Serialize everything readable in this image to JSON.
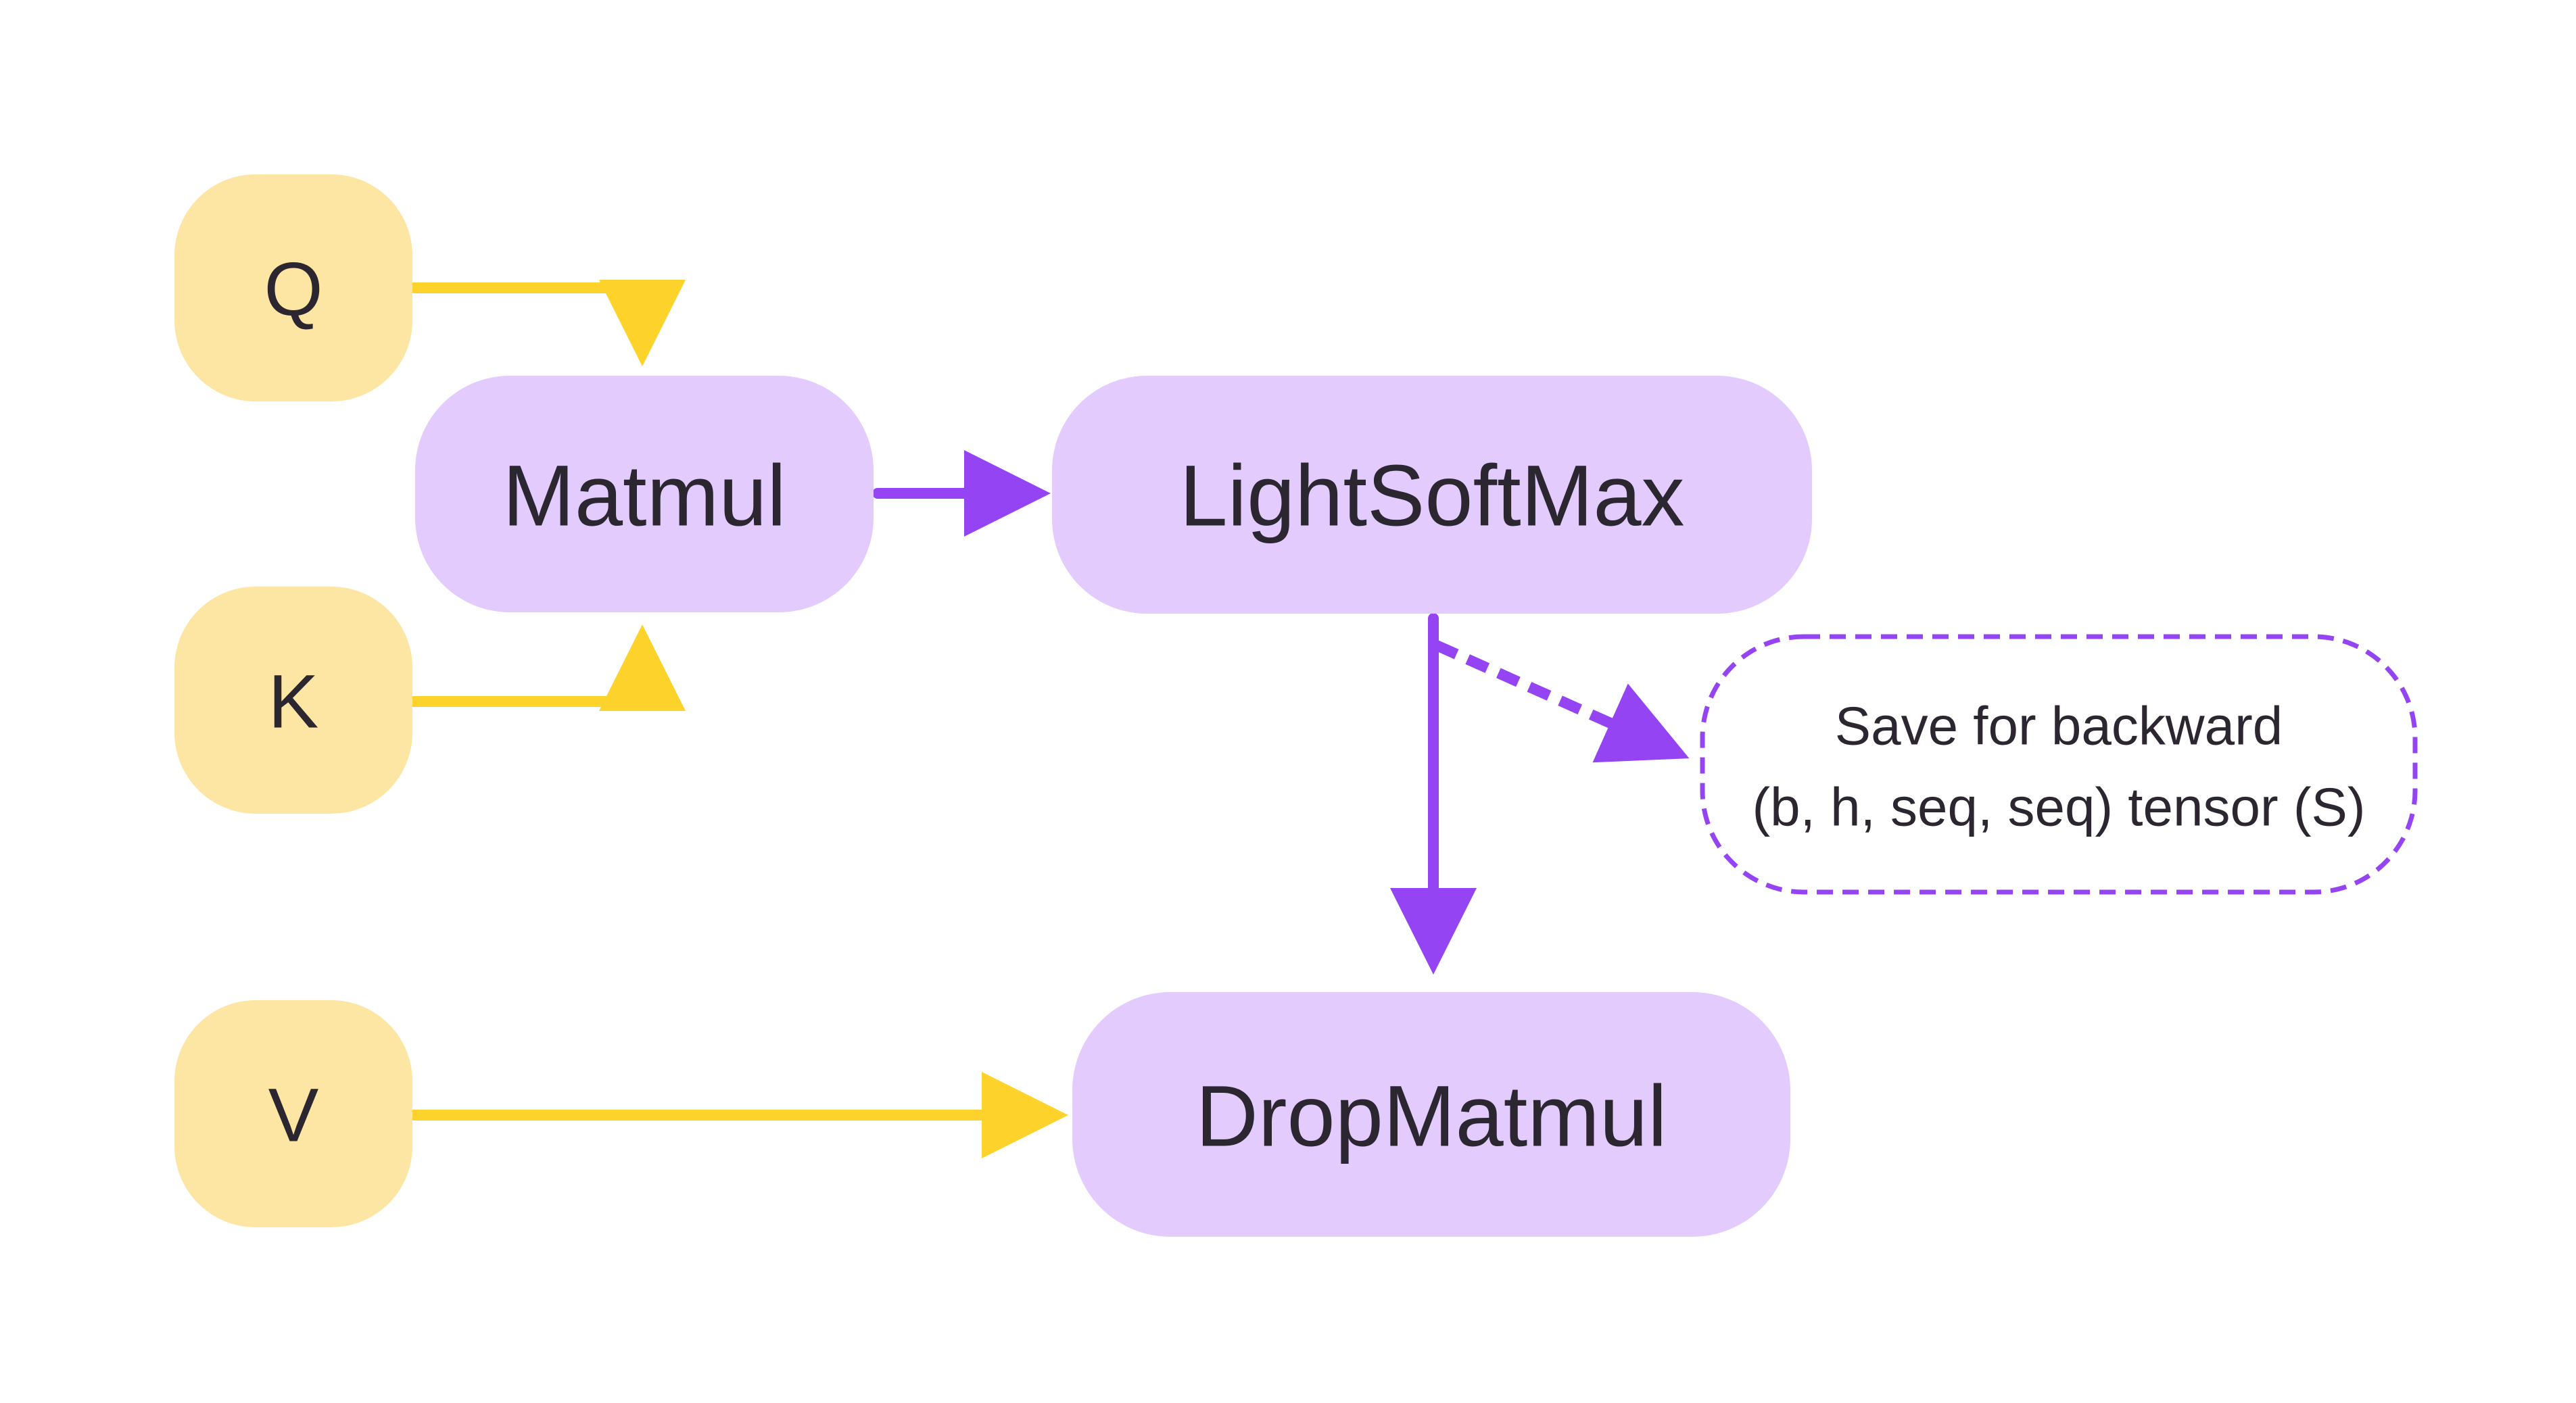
{
  "colors": {
    "input_fill": "#fde6a3",
    "op_fill": "#e3ccfd",
    "yellow_arrow": "#fcd22b",
    "purple_arrow": "#9444f2",
    "text": "#2b2630"
  },
  "nodes": {
    "q": {
      "label": "Q"
    },
    "k": {
      "label": "K"
    },
    "v": {
      "label": "V"
    },
    "matmul": {
      "label": "Matmul"
    },
    "lightsoftmax": {
      "label": "LightSoftMax"
    },
    "dropmatmul": {
      "label": "DropMatmul"
    }
  },
  "note": {
    "line1": "Save for backward",
    "line2": "(b, h, seq, seq) tensor (S)"
  },
  "edges": [
    {
      "from": "q",
      "to": "matmul",
      "style": "solid",
      "color": "yellow"
    },
    {
      "from": "k",
      "to": "matmul",
      "style": "solid",
      "color": "yellow"
    },
    {
      "from": "matmul",
      "to": "lightsoftmax",
      "style": "solid",
      "color": "purple"
    },
    {
      "from": "lightsoftmax",
      "to": "dropmatmul",
      "style": "solid",
      "color": "purple"
    },
    {
      "from": "lightsoftmax",
      "to": "note",
      "style": "dashed",
      "color": "purple"
    },
    {
      "from": "v",
      "to": "dropmatmul",
      "style": "solid",
      "color": "yellow"
    }
  ]
}
